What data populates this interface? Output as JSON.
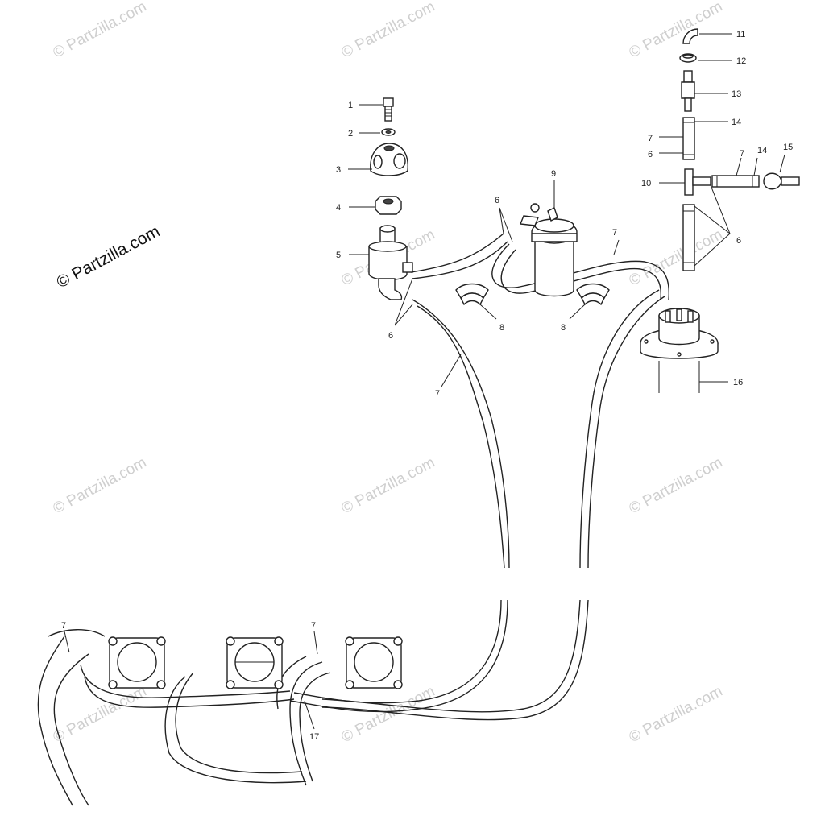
{
  "copyright": "© Partzilla.com",
  "watermark_text": "© Partzilla.com",
  "callouts": [
    {
      "id": "c1",
      "label": "1"
    },
    {
      "id": "c2",
      "label": "2"
    },
    {
      "id": "c3",
      "label": "3"
    },
    {
      "id": "c4",
      "label": "4"
    },
    {
      "id": "c5",
      "label": "5"
    },
    {
      "id": "c6a",
      "label": "6"
    },
    {
      "id": "c6b",
      "label": "6"
    },
    {
      "id": "c6c",
      "label": "6"
    },
    {
      "id": "c6d",
      "label": "6"
    },
    {
      "id": "c7a",
      "label": "7"
    },
    {
      "id": "c7b",
      "label": "7"
    },
    {
      "id": "c7c",
      "label": "7"
    },
    {
      "id": "c7d",
      "label": "7"
    },
    {
      "id": "c7e",
      "label": "7"
    },
    {
      "id": "c7f",
      "label": "7"
    },
    {
      "id": "c8a",
      "label": "8"
    },
    {
      "id": "c8b",
      "label": "8"
    },
    {
      "id": "c9",
      "label": "9"
    },
    {
      "id": "c10",
      "label": "10"
    },
    {
      "id": "c11",
      "label": "11"
    },
    {
      "id": "c12",
      "label": "12"
    },
    {
      "id": "c13",
      "label": "13"
    },
    {
      "id": "c14a",
      "label": "14"
    },
    {
      "id": "c14b",
      "label": "14"
    },
    {
      "id": "c15",
      "label": "15"
    },
    {
      "id": "c16",
      "label": "16"
    },
    {
      "id": "c17",
      "label": "17"
    }
  ],
  "colors": {
    "line": "#222222",
    "watermark": "#cfcfcf",
    "background": "#ffffff"
  }
}
